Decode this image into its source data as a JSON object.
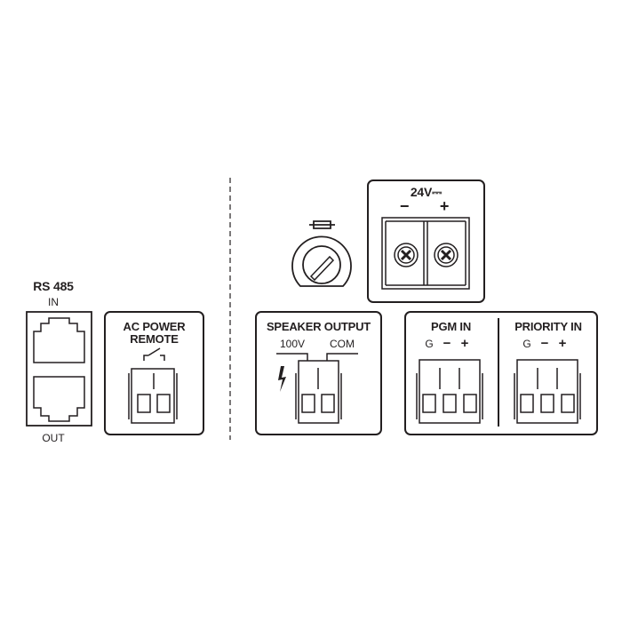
{
  "rs485": {
    "title": "RS 485",
    "in_label": "IN",
    "out_label": "OUT"
  },
  "ac_power_remote": {
    "title_line1": "AC POWER",
    "title_line2": "REMOTE"
  },
  "power_24v": {
    "title": "24V⎓",
    "minus": "−",
    "plus": "+"
  },
  "speaker_output": {
    "title": "SPEAKER OUTPUT",
    "terminal_1": "100V",
    "terminal_2": "COM"
  },
  "pgm_in": {
    "title": "PGM IN",
    "pins": [
      "G",
      "−",
      "+"
    ]
  },
  "priority_in": {
    "title": "PRIORITY IN",
    "pins": [
      "G",
      "−",
      "+"
    ]
  },
  "colors": {
    "stroke": "#231f20",
    "background": "#ffffff"
  }
}
